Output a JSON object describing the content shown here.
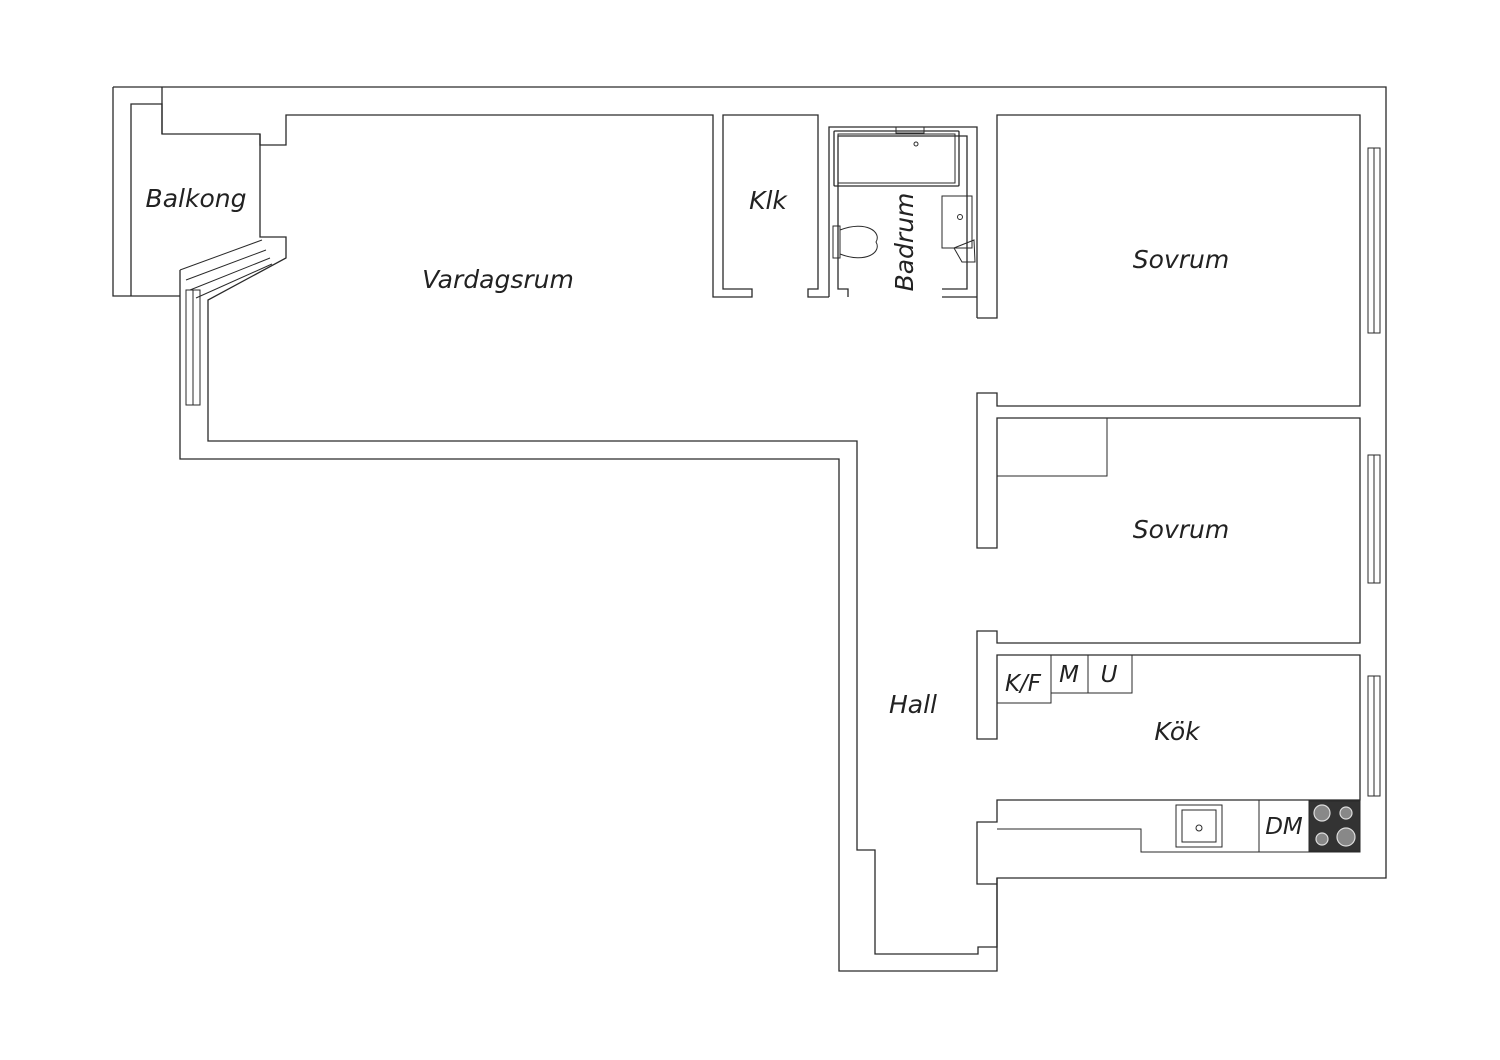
{
  "rooms": {
    "balkong": "Balkong",
    "vardagsrum": "Vardagsrum",
    "klk": "Klk",
    "badrum": "Badrum",
    "sovrum_1": "Sovrum",
    "sovrum_2": "Sovrum",
    "hall": "Hall",
    "kok": "Kök"
  },
  "fixtures": {
    "kf": "K/F",
    "m": "M",
    "u": "U",
    "dm": "DM"
  },
  "colors": {
    "wall_stroke": "#2a2a2a",
    "background": "#ffffff",
    "stove": "#333333"
  }
}
